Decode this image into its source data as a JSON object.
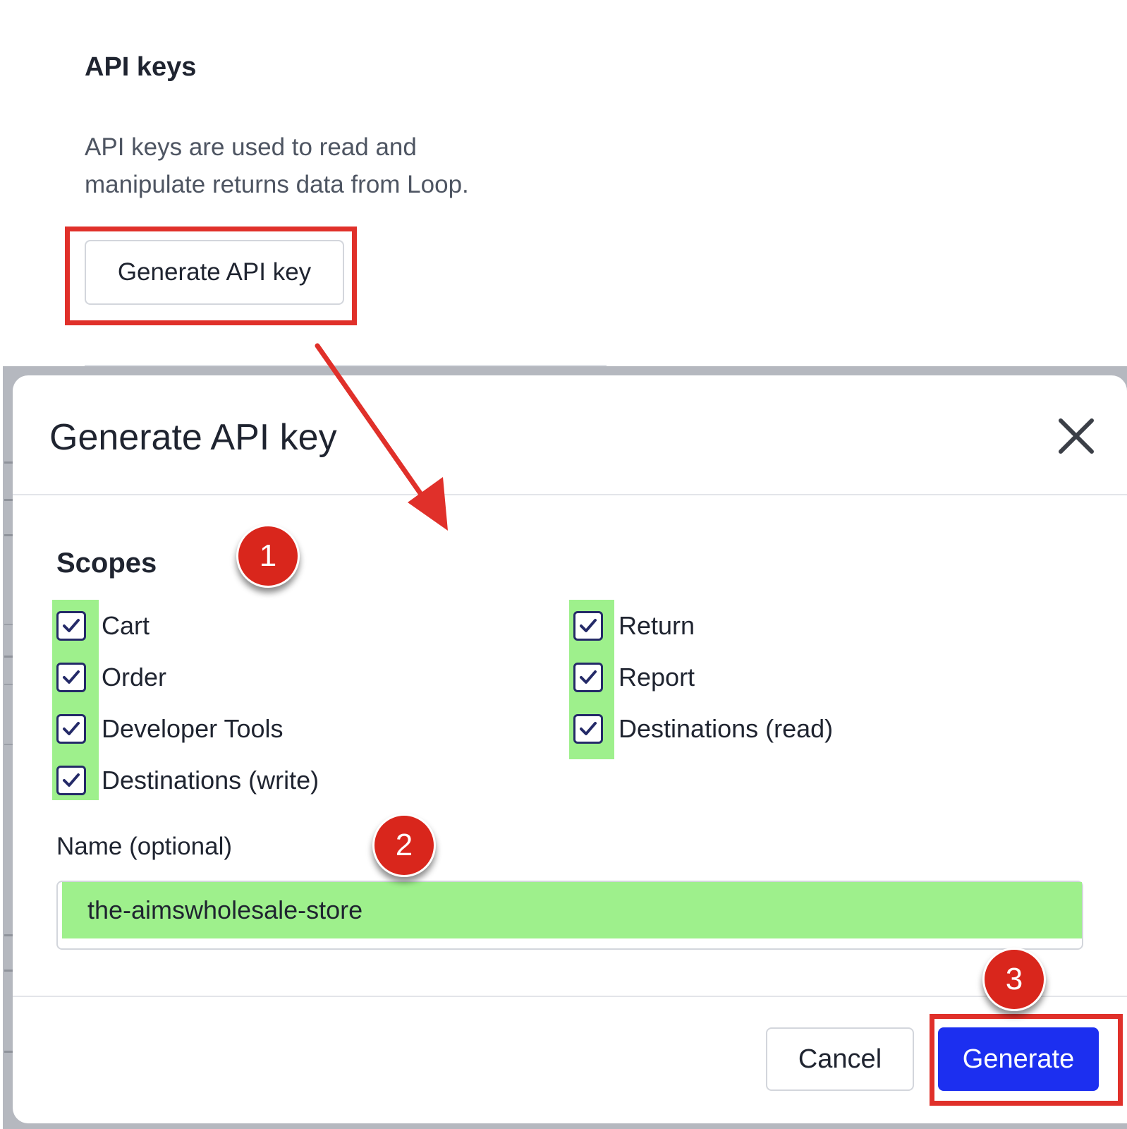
{
  "page": {
    "title": "API keys",
    "description": "API keys are used to read and manipulate returns data from Loop.",
    "generate_button": "Generate API key"
  },
  "modal": {
    "title": "Generate API key",
    "close_icon": "close-icon",
    "scopes_label": "Scopes",
    "scopes": [
      {
        "label": "Cart",
        "checked": true
      },
      {
        "label": "Order",
        "checked": true
      },
      {
        "label": "Developer Tools",
        "checked": true
      },
      {
        "label": "Destinations (write)",
        "checked": true
      },
      {
        "label": "Return",
        "checked": true
      },
      {
        "label": "Report",
        "checked": true
      },
      {
        "label": "Destinations (read)",
        "checked": true
      }
    ],
    "name_label": "Name (optional)",
    "name_value": "the-aimswholesale-store",
    "cancel_label": "Cancel",
    "generate_label": "Generate"
  },
  "annotations": {
    "steps": [
      "1",
      "2",
      "3"
    ],
    "highlight_color": "#9ef08c",
    "annotation_color": "#e0302a"
  },
  "colors": {
    "primary_button": "#1c2ff0",
    "checkbox_border": "#242a68",
    "overlay": "#b5b8bf"
  }
}
